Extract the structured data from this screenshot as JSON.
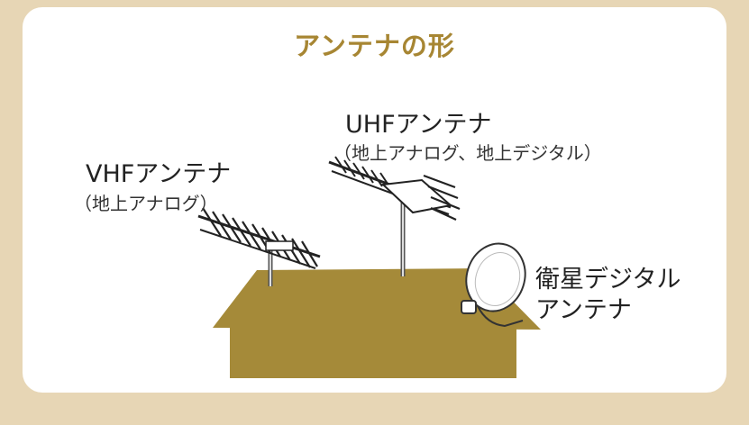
{
  "title": "アンテナの形",
  "colors": {
    "background": "#e7d6b5",
    "card": "#ffffff",
    "title": "#a78633",
    "roof": "#a58a39",
    "house": "#a58a39"
  },
  "antennas": {
    "uhf": {
      "name": "UHFアンテナ",
      "note": "（地上アナログ、地上デジタル）"
    },
    "vhf": {
      "name": "VHFアンテナ",
      "note": "（地上アナログ）"
    },
    "satellite": {
      "name_line1": "衛星デジタル",
      "name_line2": "アンテナ"
    }
  }
}
